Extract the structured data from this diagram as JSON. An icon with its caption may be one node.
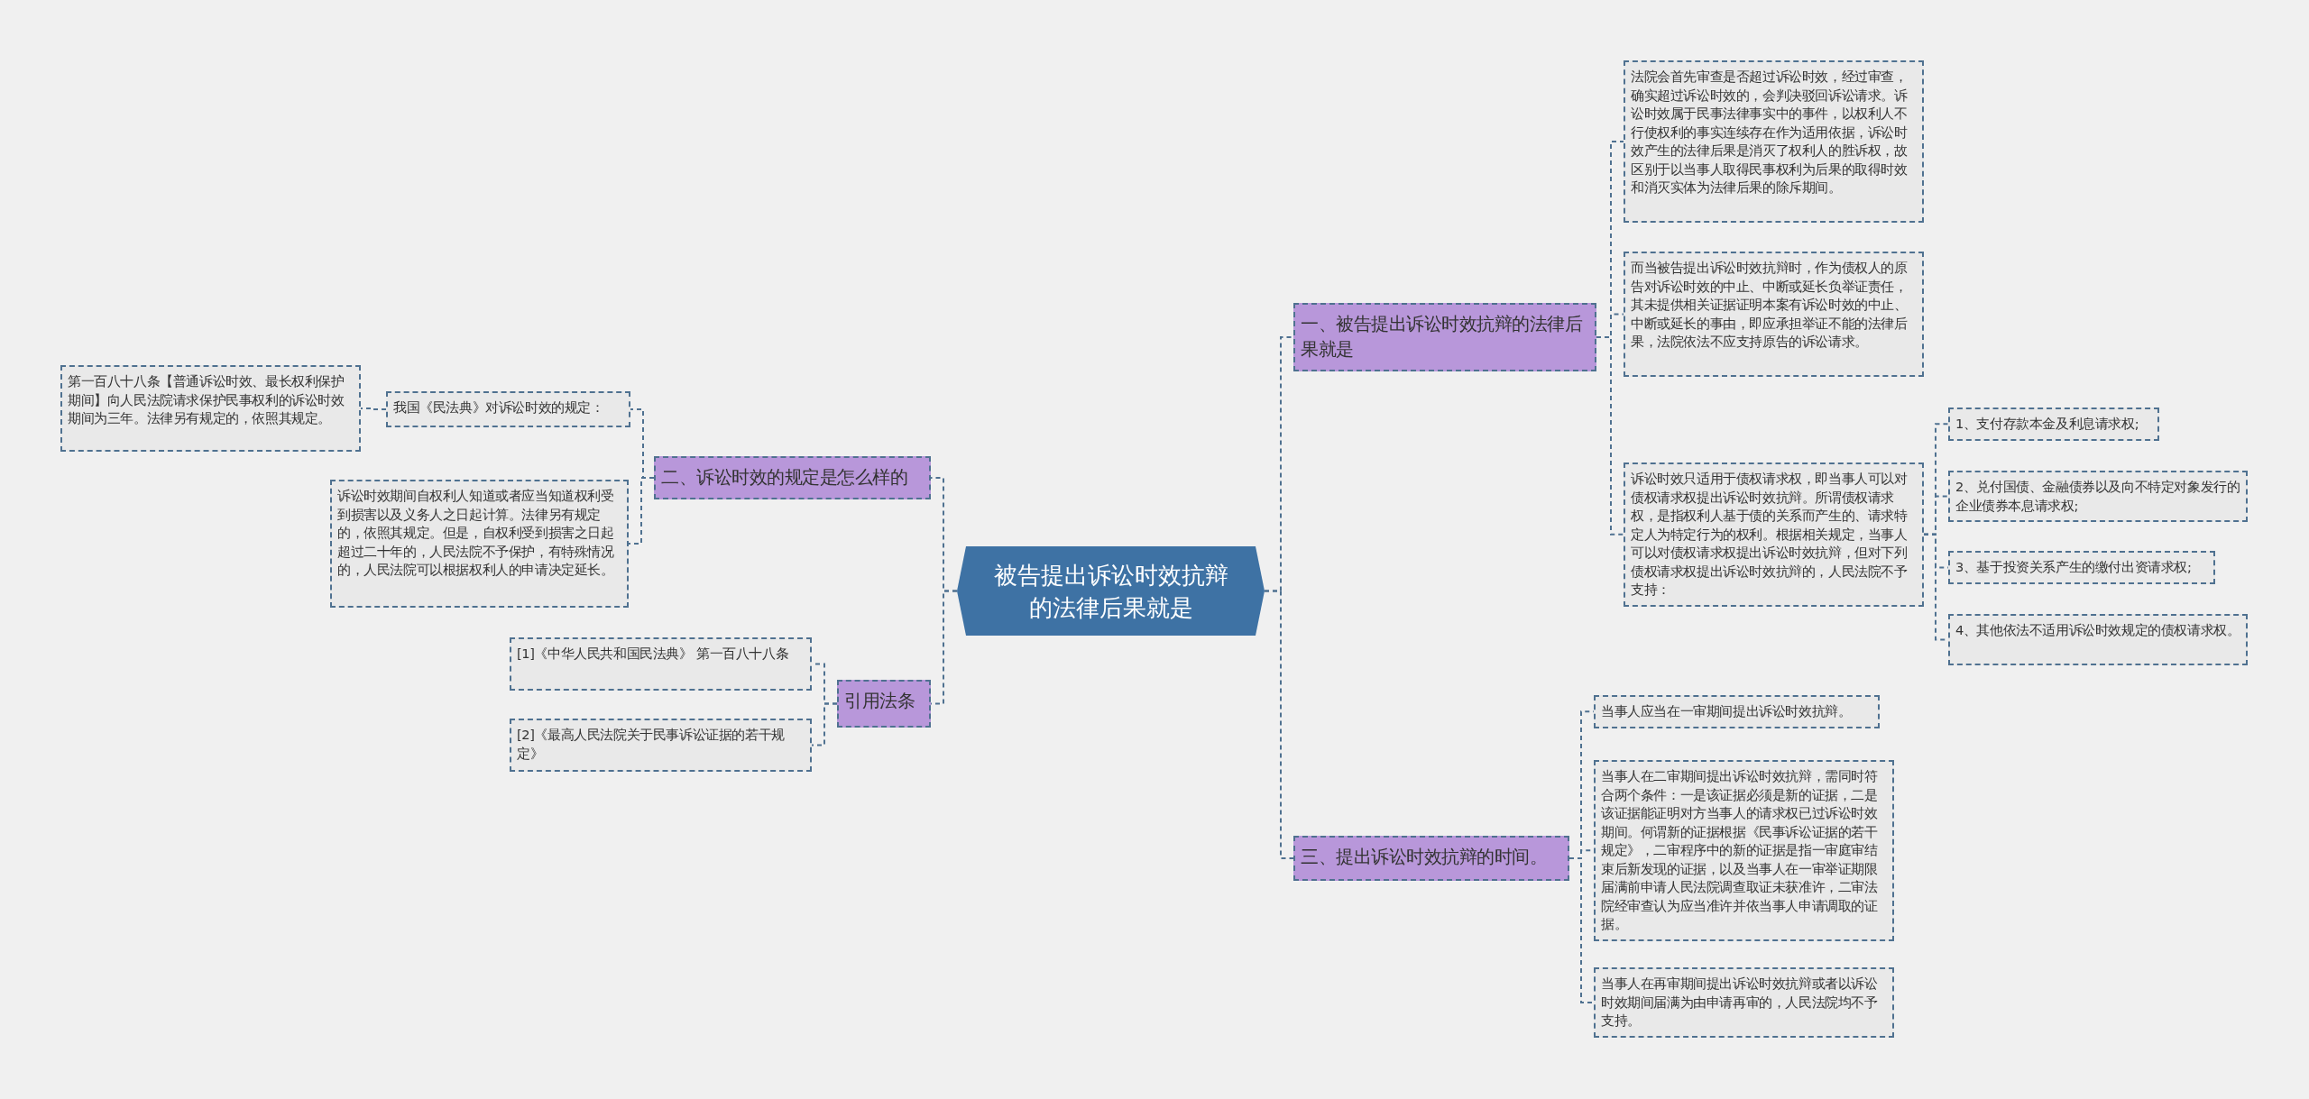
{
  "diagram": {
    "nodes": [
      {
        "text": [
          "被告提出诉讼时效抗辩的法律后果就是"
        ]
      },
      {
        "text": [
          "一、被告提出诉讼时效抗辩的法律后果就是"
        ]
      },
      {
        "text": [
          "法院会首先审查是否超过诉讼时效，经过审查，确实超过诉讼时效的，会判决驳回诉讼请求。诉讼时效属于民事法律事实中的事件，以权利人不行使权利的事实连续存在作为适用依据，诉讼时效产生的法律后果是消灭了权利人的胜诉权，故区别于以当事人取得民事权利为后果的取得时效和消灭实体为法律后果的除斥期间。"
        ]
      },
      {
        "text": [
          "而当被告提出诉讼时效抗辩时，作为债权人的原告对诉讼时效的中止、中断或延长负举证责任，其未提供相关证据证明本案有诉讼时效的中止、中断或延长的事由，即应承担举证不能的法律后果，法院依法不应支持原告的诉讼请求。"
        ]
      },
      {
        "text": [
          "诉讼时效只适用于债权请求权，即当事人可以对债权请求权提出诉讼时效抗辩。所谓债权请求权，是指权利人基于债的关系而产生的、请求特定人为特定行为的权利。根据相关规定，当事人可以对债权请求权提出诉讼时效抗辩，但对下列债权请求权提出诉讼时效抗辩的，人民法院不予支持："
        ]
      },
      {
        "text": [
          "1、支付存款本金及利息请求权;"
        ]
      },
      {
        "text": [
          "2、兑付国债、金融债券以及向不特定对象发行的企业债券本息请求权;"
        ]
      },
      {
        "text": [
          "3、基于投资关系产生的缴付出资请求权;"
        ]
      },
      {
        "text": [
          "4、其他依法不适用诉讼时效规定的债权请求权。"
        ]
      },
      {
        "text": [
          "三、提出诉讼时效抗辩的时间。"
        ]
      },
      {
        "text": [
          "当事人应当在一审期间提出诉讼时效抗辩。"
        ]
      },
      {
        "text": [
          "当事人在二审期间提出诉讼时效抗辩，需同时符合两个条件：一是该证据必须是新的证据，二是该证据能证明对方当事人的请求权已过诉讼时效期间。何谓新的证据根据《民事诉讼证据的若干规定》，二审程序中的新的证据是指一审庭审结束后新发现的证据，以及当事人在一审举证期限届满前申请人民法院调查取证未获准许，二审法院经审查认为应当准许并依当事人申请调取的证据。"
        ]
      },
      {
        "text": [
          "当事人在再审期间提出诉讼时效抗辩或者以诉讼时效期间届满为由申请再审的，人民法院均不予支持。"
        ]
      },
      {
        "text": [
          "二、诉讼时效的规定是怎么样的"
        ]
      },
      {
        "text": [
          "我国《民法典》对诉讼时效的规定："
        ]
      },
      {
        "text": [
          "第一百八十八条【普通诉讼时效、最长权利保护期间】向人民法院请求保护民事权利的诉讼时效期间为三年。法律另有规定的，依照其规定。"
        ]
      },
      {
        "text": [
          "诉讼时效期间自权利人知道或者应当知道权利受到损害以及义务人之日起计算。法律另有规定的，依照其规定。但是，自权利受到损害之日起超过二十年的，人民法院不予保护，有特殊情况的，人民法院可以根据权利人的申请决定延长。"
        ]
      },
      {
        "text": [
          "引用法条"
        ]
      },
      {
        "text": [
          "[1]《中华人民共和国民法典》 第一百八十八条"
        ]
      },
      {
        "text": [
          "[2]《最高人民法院关于民事诉讼证据的若干规定》"
        ]
      }
    ],
    "edges": [
      {
        "from": 0,
        "to": 1,
        "arrow": "none"
      },
      {
        "from": 1,
        "to": 2,
        "arrow": "none"
      },
      {
        "from": 1,
        "to": 3,
        "arrow": "none"
      },
      {
        "from": 1,
        "to": 4,
        "arrow": "none"
      },
      {
        "from": 4,
        "to": 5,
        "arrow": "none"
      },
      {
        "from": 4,
        "to": 6,
        "arrow": "none"
      },
      {
        "from": 4,
        "to": 7,
        "arrow": "none"
      },
      {
        "from": 4,
        "to": 8,
        "arrow": "none"
      },
      {
        "from": 0,
        "to": 9,
        "arrow": "none"
      },
      {
        "from": 9,
        "to": 10,
        "arrow": "none"
      },
      {
        "from": 9,
        "to": 11,
        "arrow": "none"
      },
      {
        "from": 9,
        "to": 12,
        "arrow": "none"
      },
      {
        "from": 0,
        "to": 13,
        "arrow": "none"
      },
      {
        "from": 13,
        "to": 14,
        "arrow": "none"
      },
      {
        "from": 14,
        "to": 15,
        "arrow": "none"
      },
      {
        "from": 13,
        "to": 16,
        "arrow": "none"
      },
      {
        "from": 0,
        "to": 17,
        "arrow": "none"
      },
      {
        "from": 17,
        "to": 18,
        "arrow": "none"
      },
      {
        "from": 17,
        "to": 19,
        "arrow": "none"
      }
    ]
  }
}
